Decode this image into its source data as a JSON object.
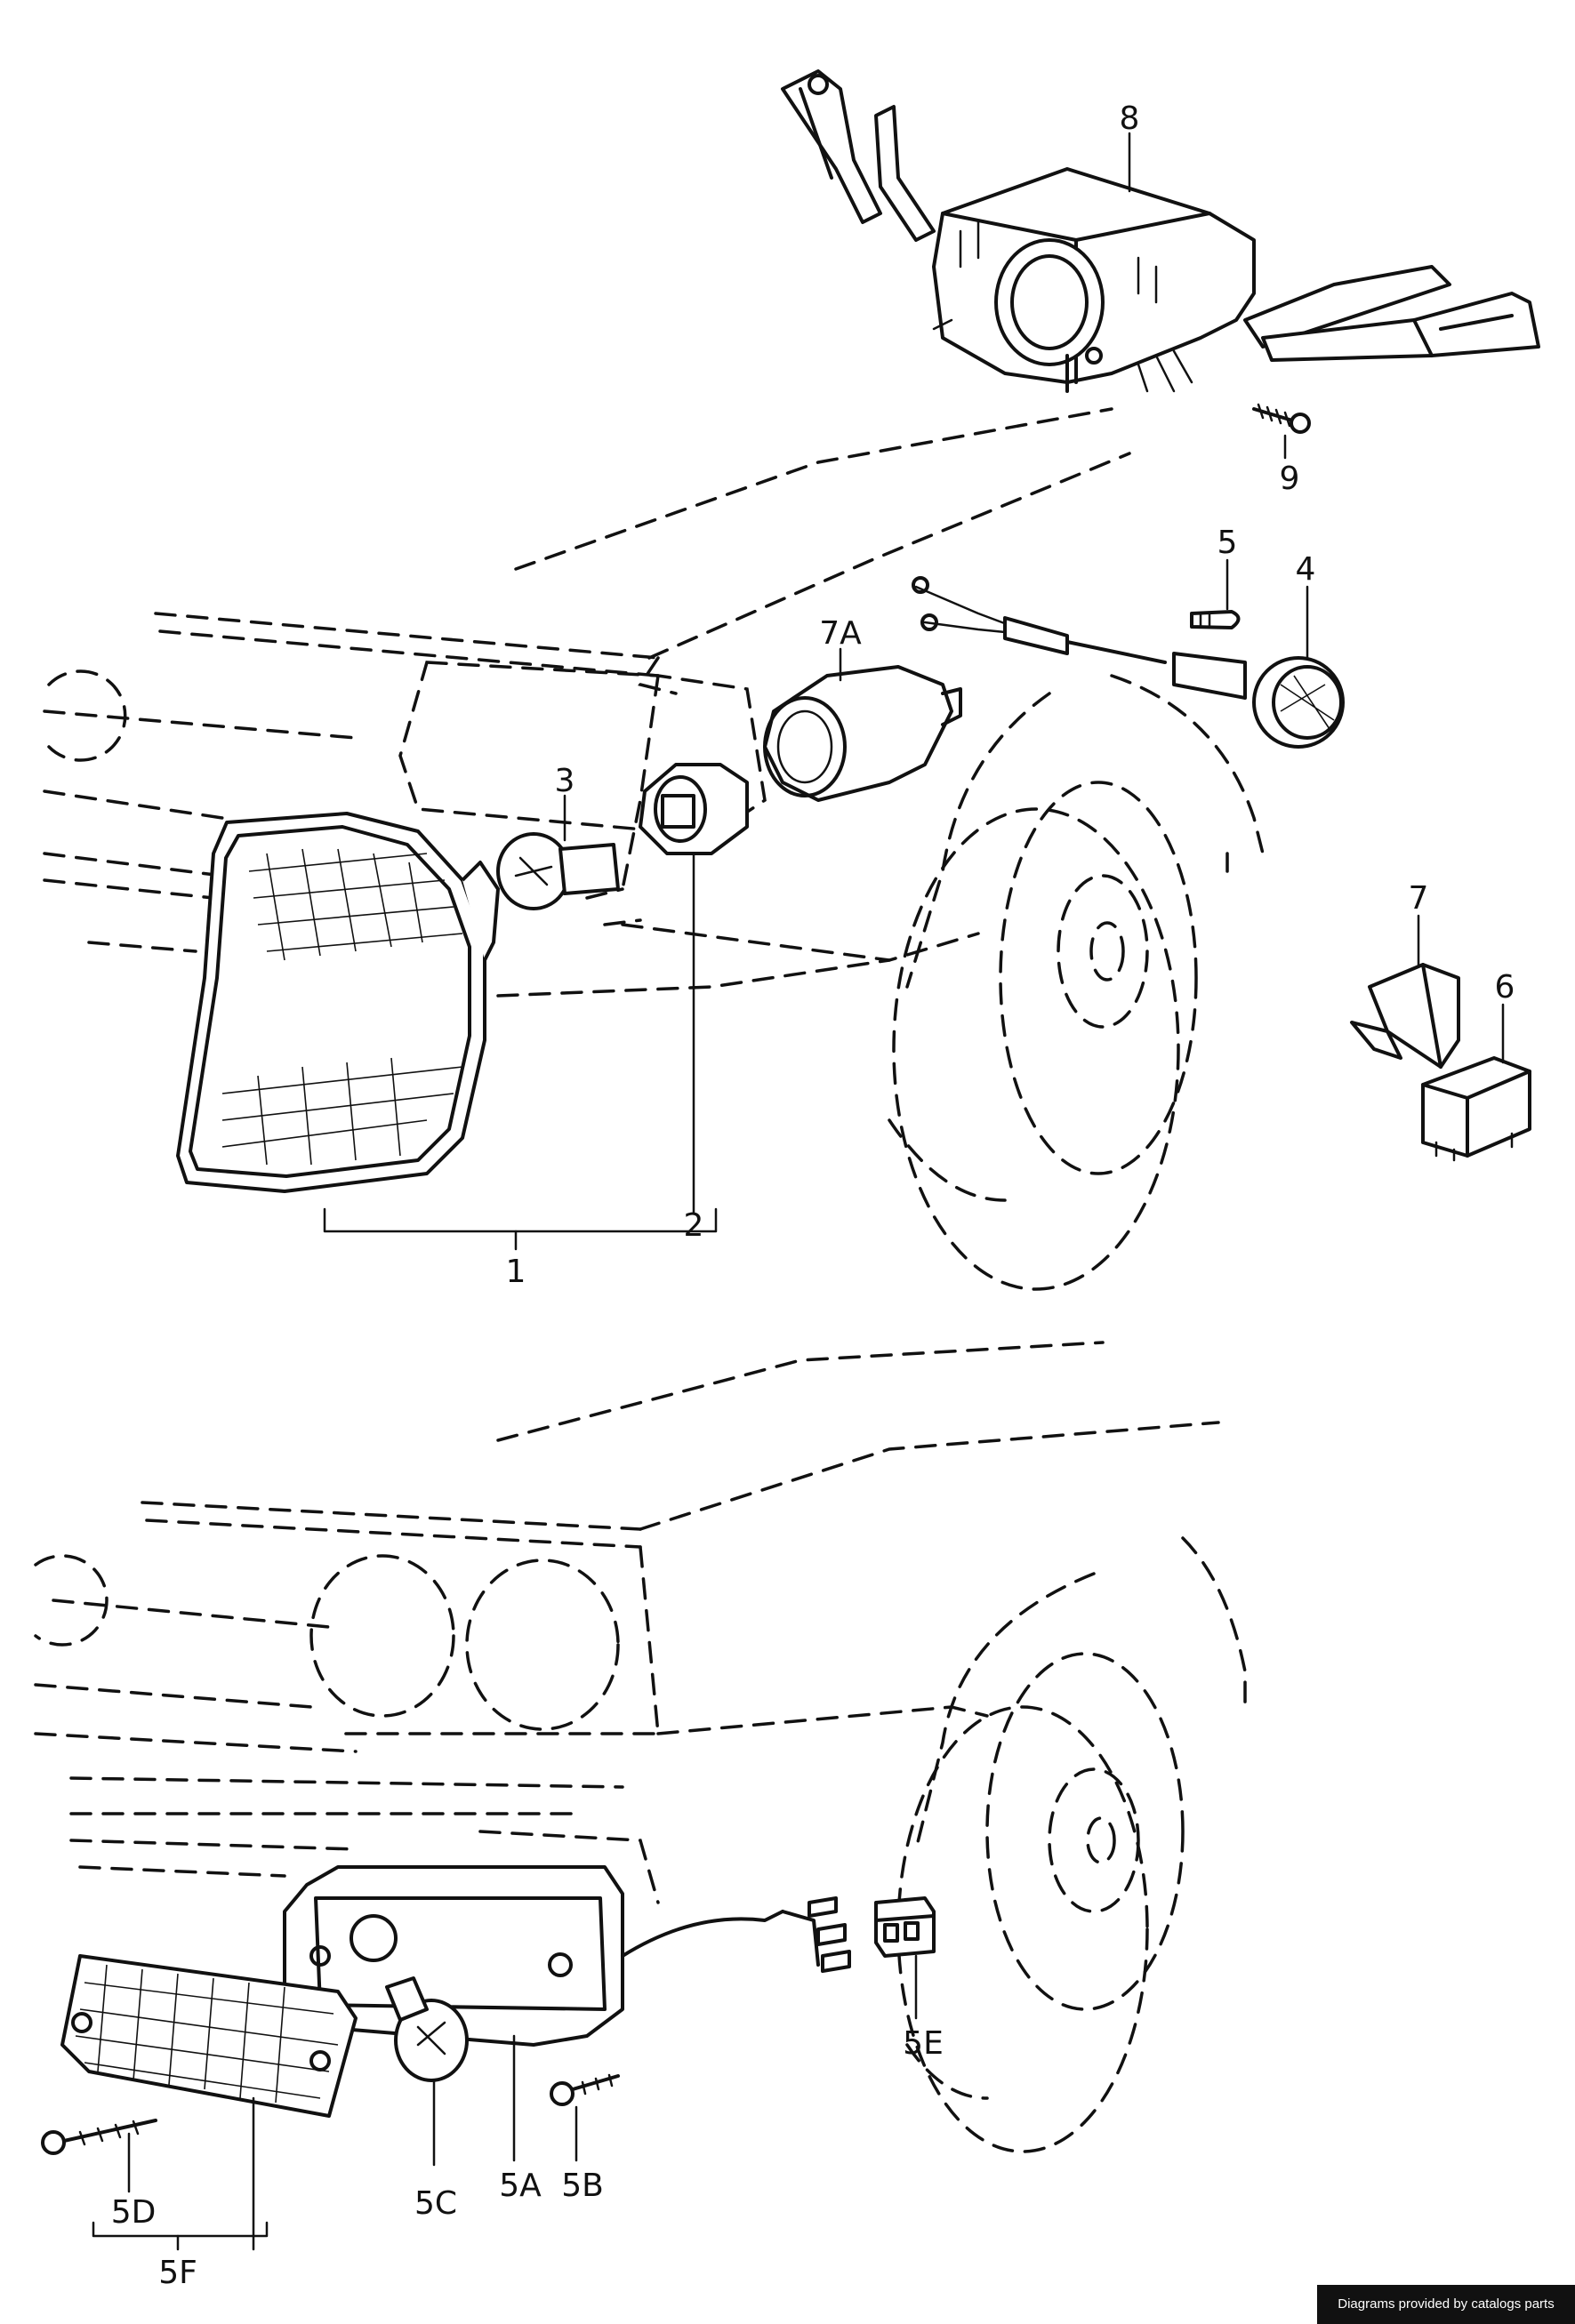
{
  "credit": "Diagrams provided by catalogs parts",
  "callouts": {
    "c1": "1",
    "c2": "2",
    "c3": "3",
    "c4": "4",
    "c5": "5",
    "c6": "6",
    "c7": "7",
    "c7A": "7A",
    "c8": "8",
    "c9": "9",
    "c5A": "5A",
    "c5B": "5B",
    "c5C": "5C",
    "c5D": "5D",
    "c5E": "5E",
    "c5F": "5F"
  }
}
